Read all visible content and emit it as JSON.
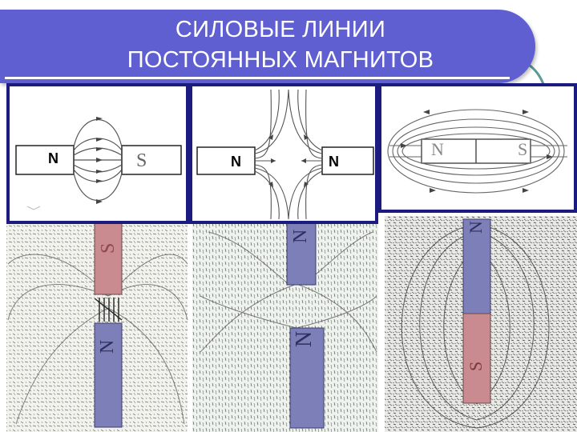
{
  "slide": {
    "title_line1": "СИЛОВЫЕ ЛИНИИ",
    "title_line2": "ПОСТОЯННЫХ МАГНИТОВ"
  },
  "diagrams": {
    "left": {
      "pole_north": "N",
      "pole_south": "S"
    },
    "middle": {
      "pole_left": "N",
      "pole_right": "N"
    },
    "right": {
      "pole_left": "N",
      "pole_right": "S"
    }
  },
  "photos": {
    "left": {
      "top_pole": "S",
      "bottom_pole": "N"
    },
    "middle": {
      "top_pole": "N",
      "bottom_pole": "N"
    },
    "right": {
      "top_pole": "N",
      "bottom_pole": "S"
    }
  },
  "colors": {
    "title_bar": "#5f5fd2",
    "frame": "#1c1c80",
    "north_magnet": "#7d7fb8",
    "south_magnet": "#c98a90",
    "deco_arc": "#5b9b95"
  }
}
